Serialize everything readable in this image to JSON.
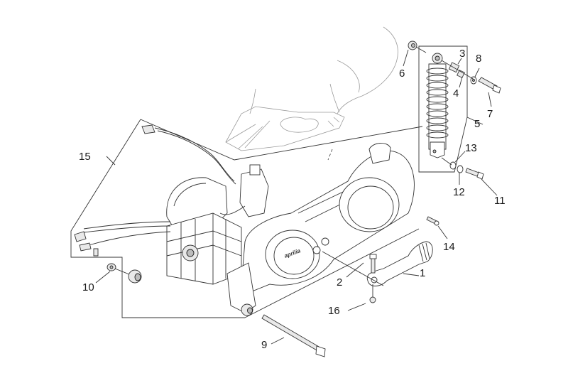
{
  "diagram": {
    "title": "Engine / rear shock absorber exploded view",
    "brand_mark": "aprilia",
    "callouts": [
      {
        "id": "1",
        "part": "kickstart-lever"
      },
      {
        "id": "2",
        "part": "lever-screw"
      },
      {
        "id": "3",
        "part": "shock-bushing"
      },
      {
        "id": "4",
        "part": "shock-spacer"
      },
      {
        "id": "5",
        "part": "rear-shock-absorber"
      },
      {
        "id": "6",
        "part": "upper-rubber-mount"
      },
      {
        "id": "7",
        "part": "upper-bolt"
      },
      {
        "id": "8",
        "part": "upper-washer"
      },
      {
        "id": "9",
        "part": "engine-pivot-bolt"
      },
      {
        "id": "10",
        "part": "pivot-rubber-washer"
      },
      {
        "id": "11",
        "part": "lower-bolt"
      },
      {
        "id": "12",
        "part": "lower-washer"
      },
      {
        "id": "13",
        "part": "lower-spacer-washer"
      },
      {
        "id": "14",
        "part": "cover-screw"
      },
      {
        "id": "15",
        "part": "engine-assembly"
      },
      {
        "id": "16",
        "part": "lever-nut"
      }
    ]
  }
}
